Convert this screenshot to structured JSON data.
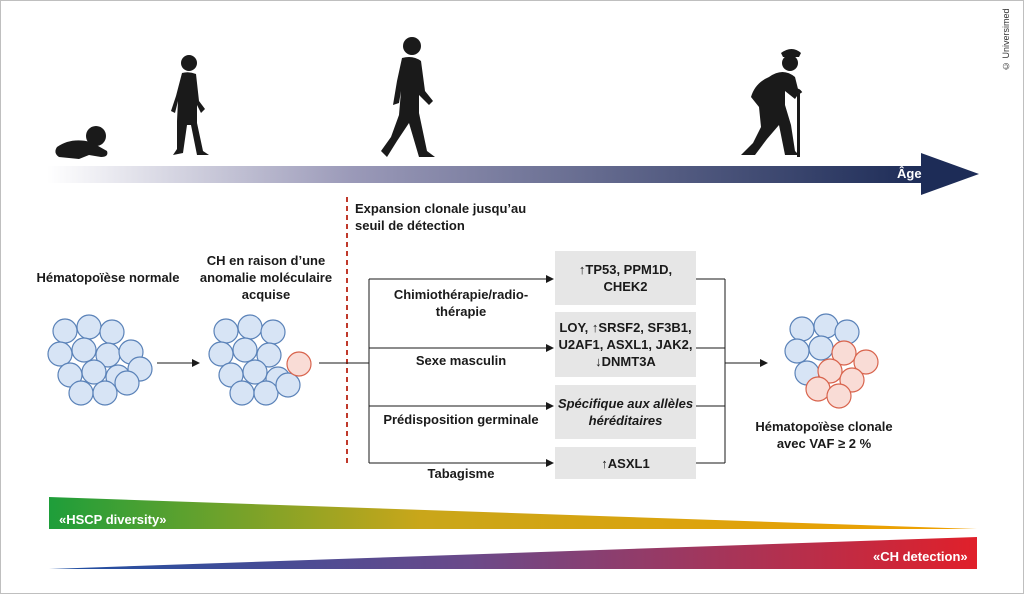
{
  "copyright": "© Universimed",
  "age_label": "Âge",
  "expansion_label": [
    "Expansion clonale jusqu’au",
    "seuil de détection"
  ],
  "stage_normal": "Hématopoïèse normale",
  "stage_ch": [
    "CH en raison d’une",
    "anomalie moléculaire",
    "acquise"
  ],
  "stage_clonal": [
    "Hématopoïèse clonale",
    "avec VAF ≥ 2 %"
  ],
  "factors": [
    {
      "label": [
        "Chimiothérapie/radio-",
        "thérapie"
      ],
      "genes": [
        "↑TP53, PPM1D,",
        "CHEK2"
      ],
      "italic": false
    },
    {
      "label": [
        "Sexe masculin"
      ],
      "genes": [
        "LOY, ↑SRSF2, SF3B1,",
        "U2AF1, ASXL1, JAK2,",
        "↓DNMT3A"
      ],
      "italic": false
    },
    {
      "label": [
        "Prédisposition germinale"
      ],
      "genes": [
        "Spécifique aux allèles",
        "héréditaires"
      ],
      "italic": true
    },
    {
      "label": [
        "Tabagisme"
      ],
      "genes": [
        "↑ASXL1"
      ],
      "italic": false
    }
  ],
  "hscp_label": "«HSCP diversity»",
  "ch_detection_label": "«CH detection»",
  "icons": [
    "baby-crawling-icon",
    "child-icon",
    "adult-walking-icon",
    "elderly-cane-icon"
  ],
  "colors": {
    "arrow_dark": "#1d2c57",
    "cell_fill": "#d7e4f5",
    "cell_stroke": "#5a82b8",
    "mutant_fill": "#f9dcd6",
    "mutant_stroke": "#d8634c",
    "dashed_red": "#c0392b"
  }
}
